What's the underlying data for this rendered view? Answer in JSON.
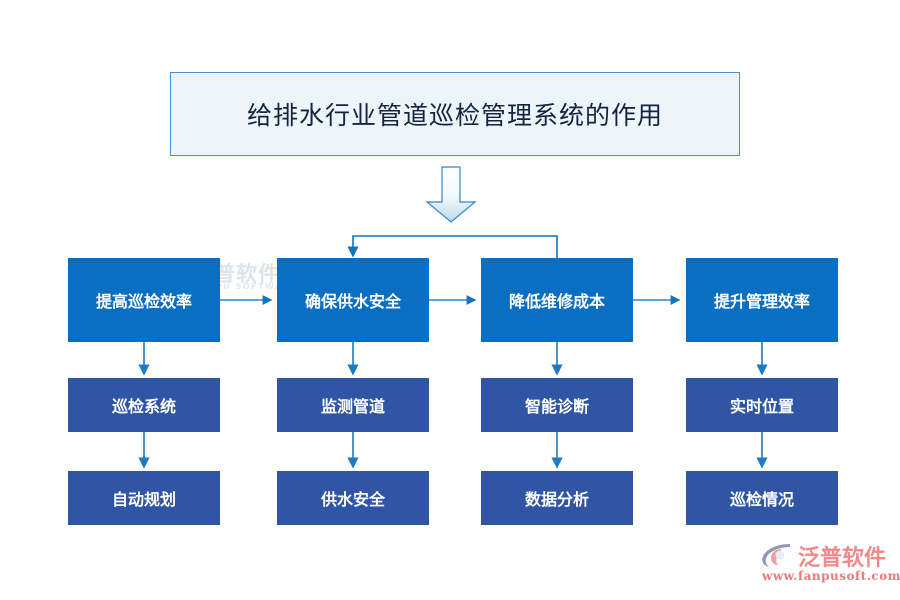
{
  "diagram": {
    "title": "给排水行业管道巡检管理系统的作用",
    "colors": {
      "title_bg": "#eef5fa",
      "title_border": "#4a8fd0",
      "title_text": "#12243f",
      "primary_box": "#0a6fc2",
      "secondary_box": "#2f55a4",
      "connector": "#1f7ac0",
      "box_text": "#ffffff",
      "canvas_bg": "#ffffff"
    },
    "columns": [
      {
        "id": "col-1",
        "primary": "提高巡检效率",
        "secondary": "巡检系统",
        "tertiary": "自动规划"
      },
      {
        "id": "col-2",
        "primary": "确保供水安全",
        "secondary": "监测管道",
        "tertiary": "供水安全"
      },
      {
        "id": "col-3",
        "primary": "降低维修成本",
        "secondary": "智能诊断",
        "tertiary": "数据分析"
      },
      {
        "id": "col-4",
        "primary": "提升管理效率",
        "secondary": "实时位置",
        "tertiary": "巡检情况"
      }
    ],
    "watermark": {
      "text": "泛普软件",
      "subtext": "FANPU SOFTWARE"
    },
    "brand": {
      "name": "泛普软件",
      "url": "www.fanpusoft.com"
    },
    "icons": {
      "big_arrow": "down-arrow-icon",
      "flow_arrow": "arrow-icon"
    }
  }
}
